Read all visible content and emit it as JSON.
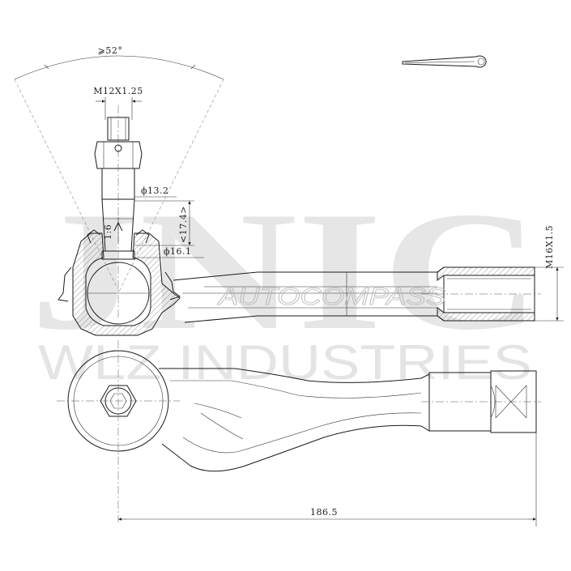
{
  "watermark": {
    "logo_letters": "JNIC",
    "company": "WLZ INDUSTRIES",
    "brand": "AUTOCOMPASS"
  },
  "dimensions": {
    "angle": "⩾52°",
    "stud_thread": "M12X1.25",
    "stud_diameter": "ϕ13.2",
    "taper_ratio": "1:6",
    "taper_length": "<17.4>",
    "neck_diameter": "ϕ16.1",
    "sleeve_thread": "M16X1.5",
    "overall_length": "186.5"
  }
}
